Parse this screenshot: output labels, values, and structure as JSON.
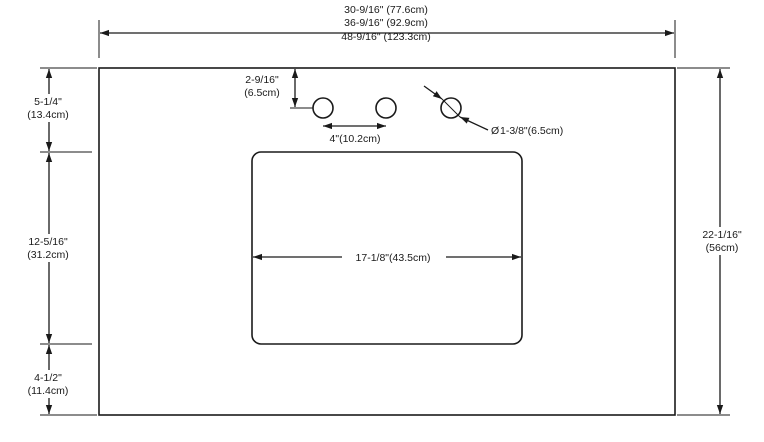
{
  "dimensions": {
    "overall_widths": [
      "30-9/16\" (77.6cm)",
      "36-9/16\" (92.9cm)",
      "48-9/16\" (123.3cm)"
    ],
    "left_top_imperial": "5-1/4\"",
    "left_top_metric": "(13.4cm)",
    "left_middle_imperial": "12-5/16\"",
    "left_middle_metric": "(31.2cm)",
    "left_bottom_imperial": "4-1/2\"",
    "left_bottom_metric": "(11.4cm)",
    "right_depth_imperial": "22-1/16\"",
    "right_depth_metric": "(56cm)",
    "faucet_setback_imperial": "2-9/16\"",
    "faucet_setback_metric": "(6.5cm)",
    "faucet_spacing": "4\"(10.2cm)",
    "hole_diameter": "1-3/8\"(6.5cm)",
    "diameter_symbol": "Ø",
    "bowl_width": "17-1/8\"(43.5cm)"
  }
}
